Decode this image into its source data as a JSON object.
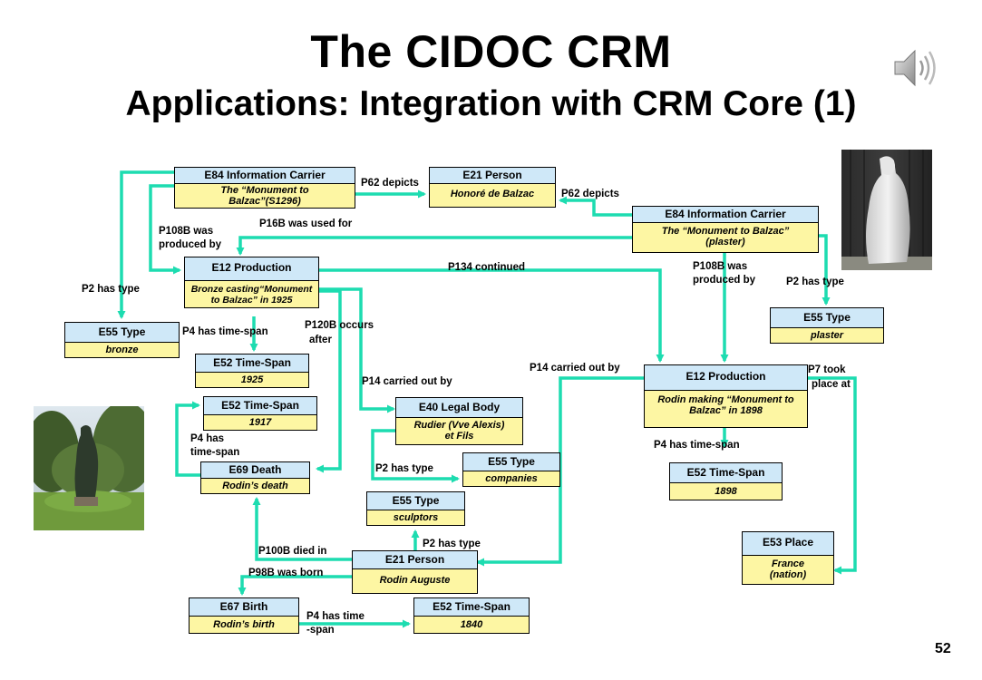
{
  "slide": {
    "title": "The CIDOC CRM",
    "subtitle": "Applications: Integration with CRM Core (1)",
    "page_number": "52"
  },
  "nodes": {
    "e84a": {
      "type": "E84 Information Carrier",
      "value": "The “Monument to Balzac”(S1296)"
    },
    "e21a": {
      "type": "E21 Person",
      "value": "Honoré de Balzac"
    },
    "e84b": {
      "type": "E84 Information Carrier",
      "value": "The “Monument to Balzac” (plaster)"
    },
    "e12a": {
      "type": "E12 Production",
      "value": "Bronze casting“Monument to Balzac” in 1925"
    },
    "e55bronze": {
      "type": "E55 Type",
      "value": "bronze"
    },
    "e55plaster": {
      "type": "E55 Type",
      "value": "plaster"
    },
    "e52_1925": {
      "type": "E52 Time-Span",
      "value": "1925"
    },
    "e52_1917": {
      "type": "E52 Time-Span",
      "value": "1917"
    },
    "e69": {
      "type": "E69 Death",
      "value": "Rodin’s death"
    },
    "e40": {
      "type": "E40 Legal Body",
      "value": "Rudier (Vve Alexis) et Fils"
    },
    "e55companies": {
      "type": "E55 Type",
      "value": "companies"
    },
    "e55sculptors": {
      "type": "E55 Type",
      "value": "sculptors"
    },
    "e12b": {
      "type": "E12 Production",
      "value": "Rodin making “Monument to Balzac” in 1898"
    },
    "e52_1898": {
      "type": "E52 Time-Span",
      "value": "1898"
    },
    "e53": {
      "type": "E53 Place",
      "value": "France (nation)"
    },
    "e21b": {
      "type": "E21 Person",
      "value": "Rodin Auguste"
    },
    "e67": {
      "type": "E67 Birth",
      "value": "Rodin’s birth"
    },
    "e52_1840": {
      "type": "E52 Time-Span",
      "value": "1840"
    }
  },
  "labels": {
    "p62a": "P62 depicts",
    "p62b": "P62 depicts",
    "p16b": "P16B  was used for",
    "p108a_1": "P108B  was",
    "p108a_2": "produced by",
    "p2a": "P2 has type",
    "p134": "P134 continued",
    "p108b_1": "P108B  was",
    "p108b_2": "produced by",
    "p2b": "P2 has type",
    "p4a": "P4 has time-span",
    "p120_1": "P120B occurs",
    "p120_2": "after",
    "p14a": "P14 carried out  by",
    "p14b": "P14 carried out by",
    "p7_1": "P7 took",
    "p7_2": "place at",
    "p4b_1": "P4 has",
    "p4b_2": "time-span",
    "p2c": "P2 has type",
    "p4c": "P4 has time-span",
    "p2d": "P2 has type",
    "p100": "P100B died in",
    "p98": "P98B was born",
    "p4d_1": "P4 has time",
    "p4d_2": "-span"
  },
  "colors": {
    "arrow": "#1ddcb0",
    "node_header": "#cfe8f8",
    "node_body": "#fdf6a3"
  },
  "icons": {
    "speaker": "speaker-icon"
  }
}
